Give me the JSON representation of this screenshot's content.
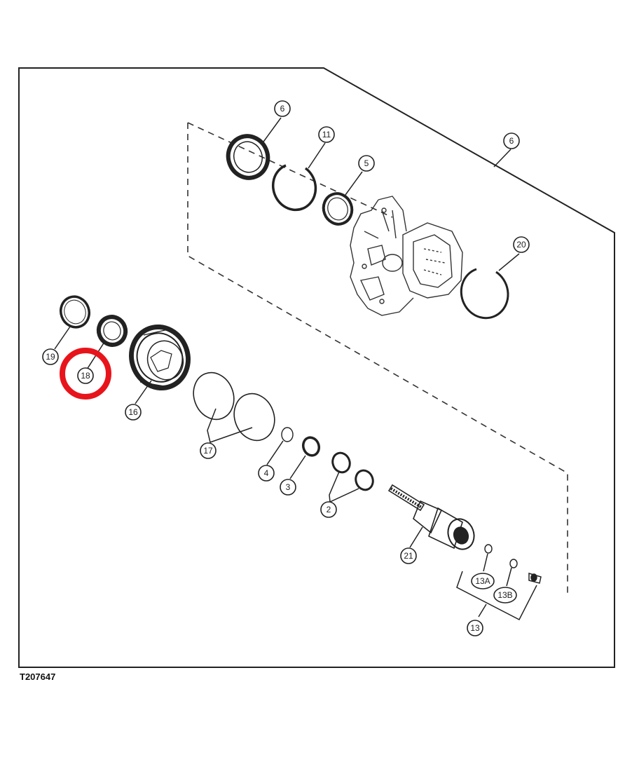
{
  "figure_id": "T207647",
  "highlight_color": "#e8141b",
  "line_color": "#222222",
  "callouts": {
    "c6_top": "6",
    "c11": "11",
    "c5": "5",
    "c6_right": "6",
    "c20": "20",
    "c19": "19",
    "c18": "18",
    "c16": "16",
    "c17": "17",
    "c4": "4",
    "c3": "3",
    "c2": "2",
    "c21": "21",
    "c13a": "13A",
    "c13b": "13B",
    "c13": "13"
  },
  "highlighted_callout": "18"
}
